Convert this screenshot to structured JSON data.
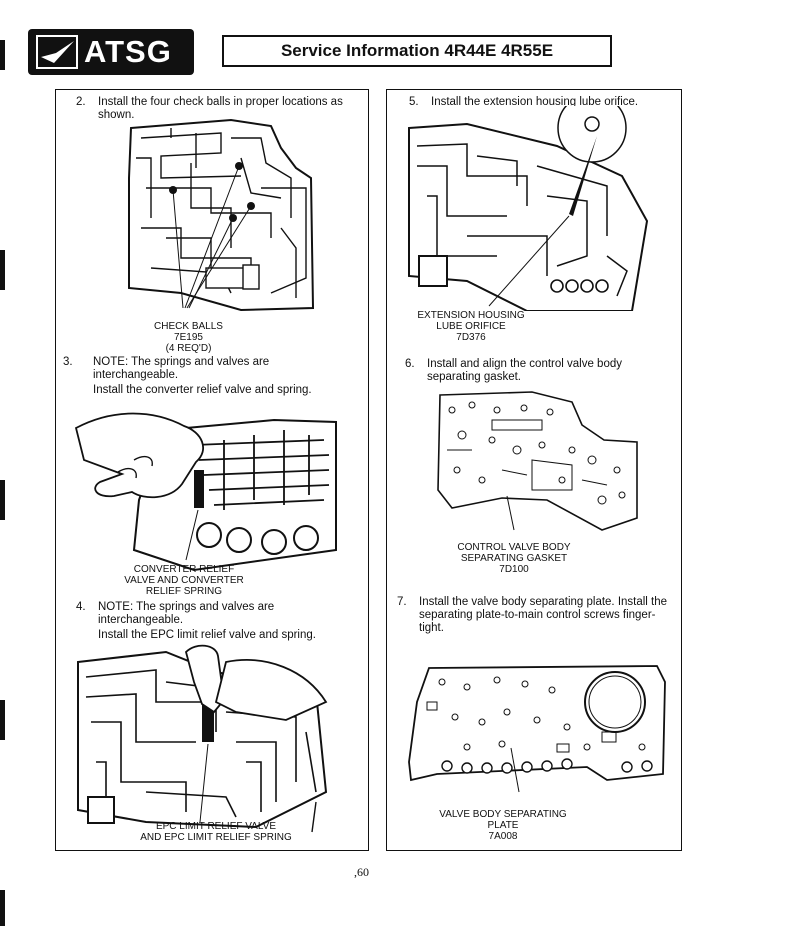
{
  "header": {
    "logo_text": "ATSG",
    "title": "Service Information 4R44E  4R55E"
  },
  "left": {
    "step2": {
      "num": "2.",
      "text": "Install the four check balls in proper locations as shown."
    },
    "fig1_callout": [
      "CHECK BALLS",
      "7E195",
      "(4 REQ'D)"
    ],
    "step3": {
      "num": "3.",
      "note": "NOTE: The springs and valves are interchangeable.",
      "text": "Install the converter relief valve and spring."
    },
    "fig2_callout": [
      "CONVERTER RELIEF",
      "VALVE AND CONVERTER",
      "RELIEF SPRING"
    ],
    "step4": {
      "num": "4.",
      "note": "NOTE: The springs and valves are interchangeable.",
      "text": "Install the EPC limit relief valve and spring."
    },
    "fig3_callout": [
      "EPC LIMIT RELIEF VALVE",
      "AND EPC LIMIT RELIEF SPRING"
    ]
  },
  "right": {
    "step5": {
      "num": "5.",
      "text": "Install the extension housing lube orifice."
    },
    "fig4_callout": [
      "EXTENSION HOUSING",
      "LUBE ORIFICE",
      "7D376"
    ],
    "step6": {
      "num": "6.",
      "text": "Install and align the control valve body separating gasket."
    },
    "fig5_callout": [
      "CONTROL VALVE BODY",
      "SEPARATING GASKET",
      "7D100"
    ],
    "step7": {
      "num": "7.",
      "text": "Install the valve body separating plate. Install the separating plate-to-main control screws finger-tight."
    },
    "fig6_callout": [
      "VALVE BODY SEPARATING PLATE",
      "7A008"
    ]
  },
  "footer": {
    "page": ",60"
  }
}
